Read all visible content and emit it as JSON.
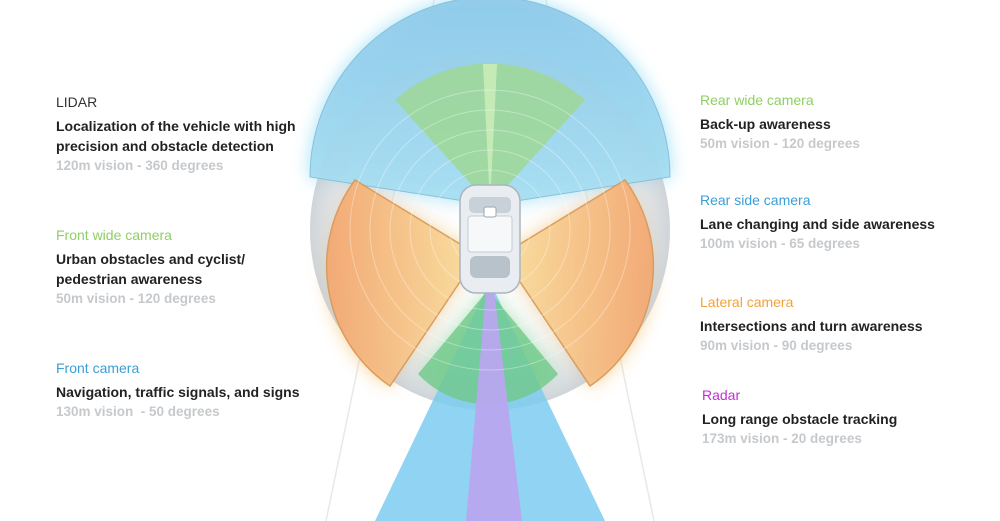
{
  "colors": {
    "lidar": "#333333",
    "front_wide": "#8fcf63",
    "front": "#3a9fd6",
    "rear_wide": "#8fcf63",
    "rear_side": "#3a9fd6",
    "lateral": "#f2a23a",
    "radar": "#c12fd4",
    "description": "#222222",
    "spec": "#c6c9cc"
  },
  "sensors_left": [
    {
      "name": "LIDAR",
      "description": "Localization of the vehicle with high precision and obstacle detection",
      "spec": "120m vision - 360 degrees"
    },
    {
      "name": "Front wide camera",
      "description": "Urban obstacles and cyclist/ pedestrian awareness",
      "spec": "50m vision - 120 degrees"
    },
    {
      "name": "Front camera",
      "description": "Navigation, traffic signals, and signs",
      "spec": "130m vision  - 50 degrees"
    }
  ],
  "sensors_right": [
    {
      "name": "Rear wide camera",
      "description": "Back-up awareness",
      "spec": "50m vision - 120 degrees"
    },
    {
      "name": "Rear side camera",
      "description": "Lane changing and side awareness",
      "spec": "100m vision - 65 degrees"
    },
    {
      "name": "Lateral camera",
      "description": "Intersections and turn awareness",
      "spec": "90m vision - 90 degrees"
    },
    {
      "name": "Radar",
      "description": "Long range obstacle tracking",
      "spec": "173m vision - 20 degrees"
    }
  ]
}
